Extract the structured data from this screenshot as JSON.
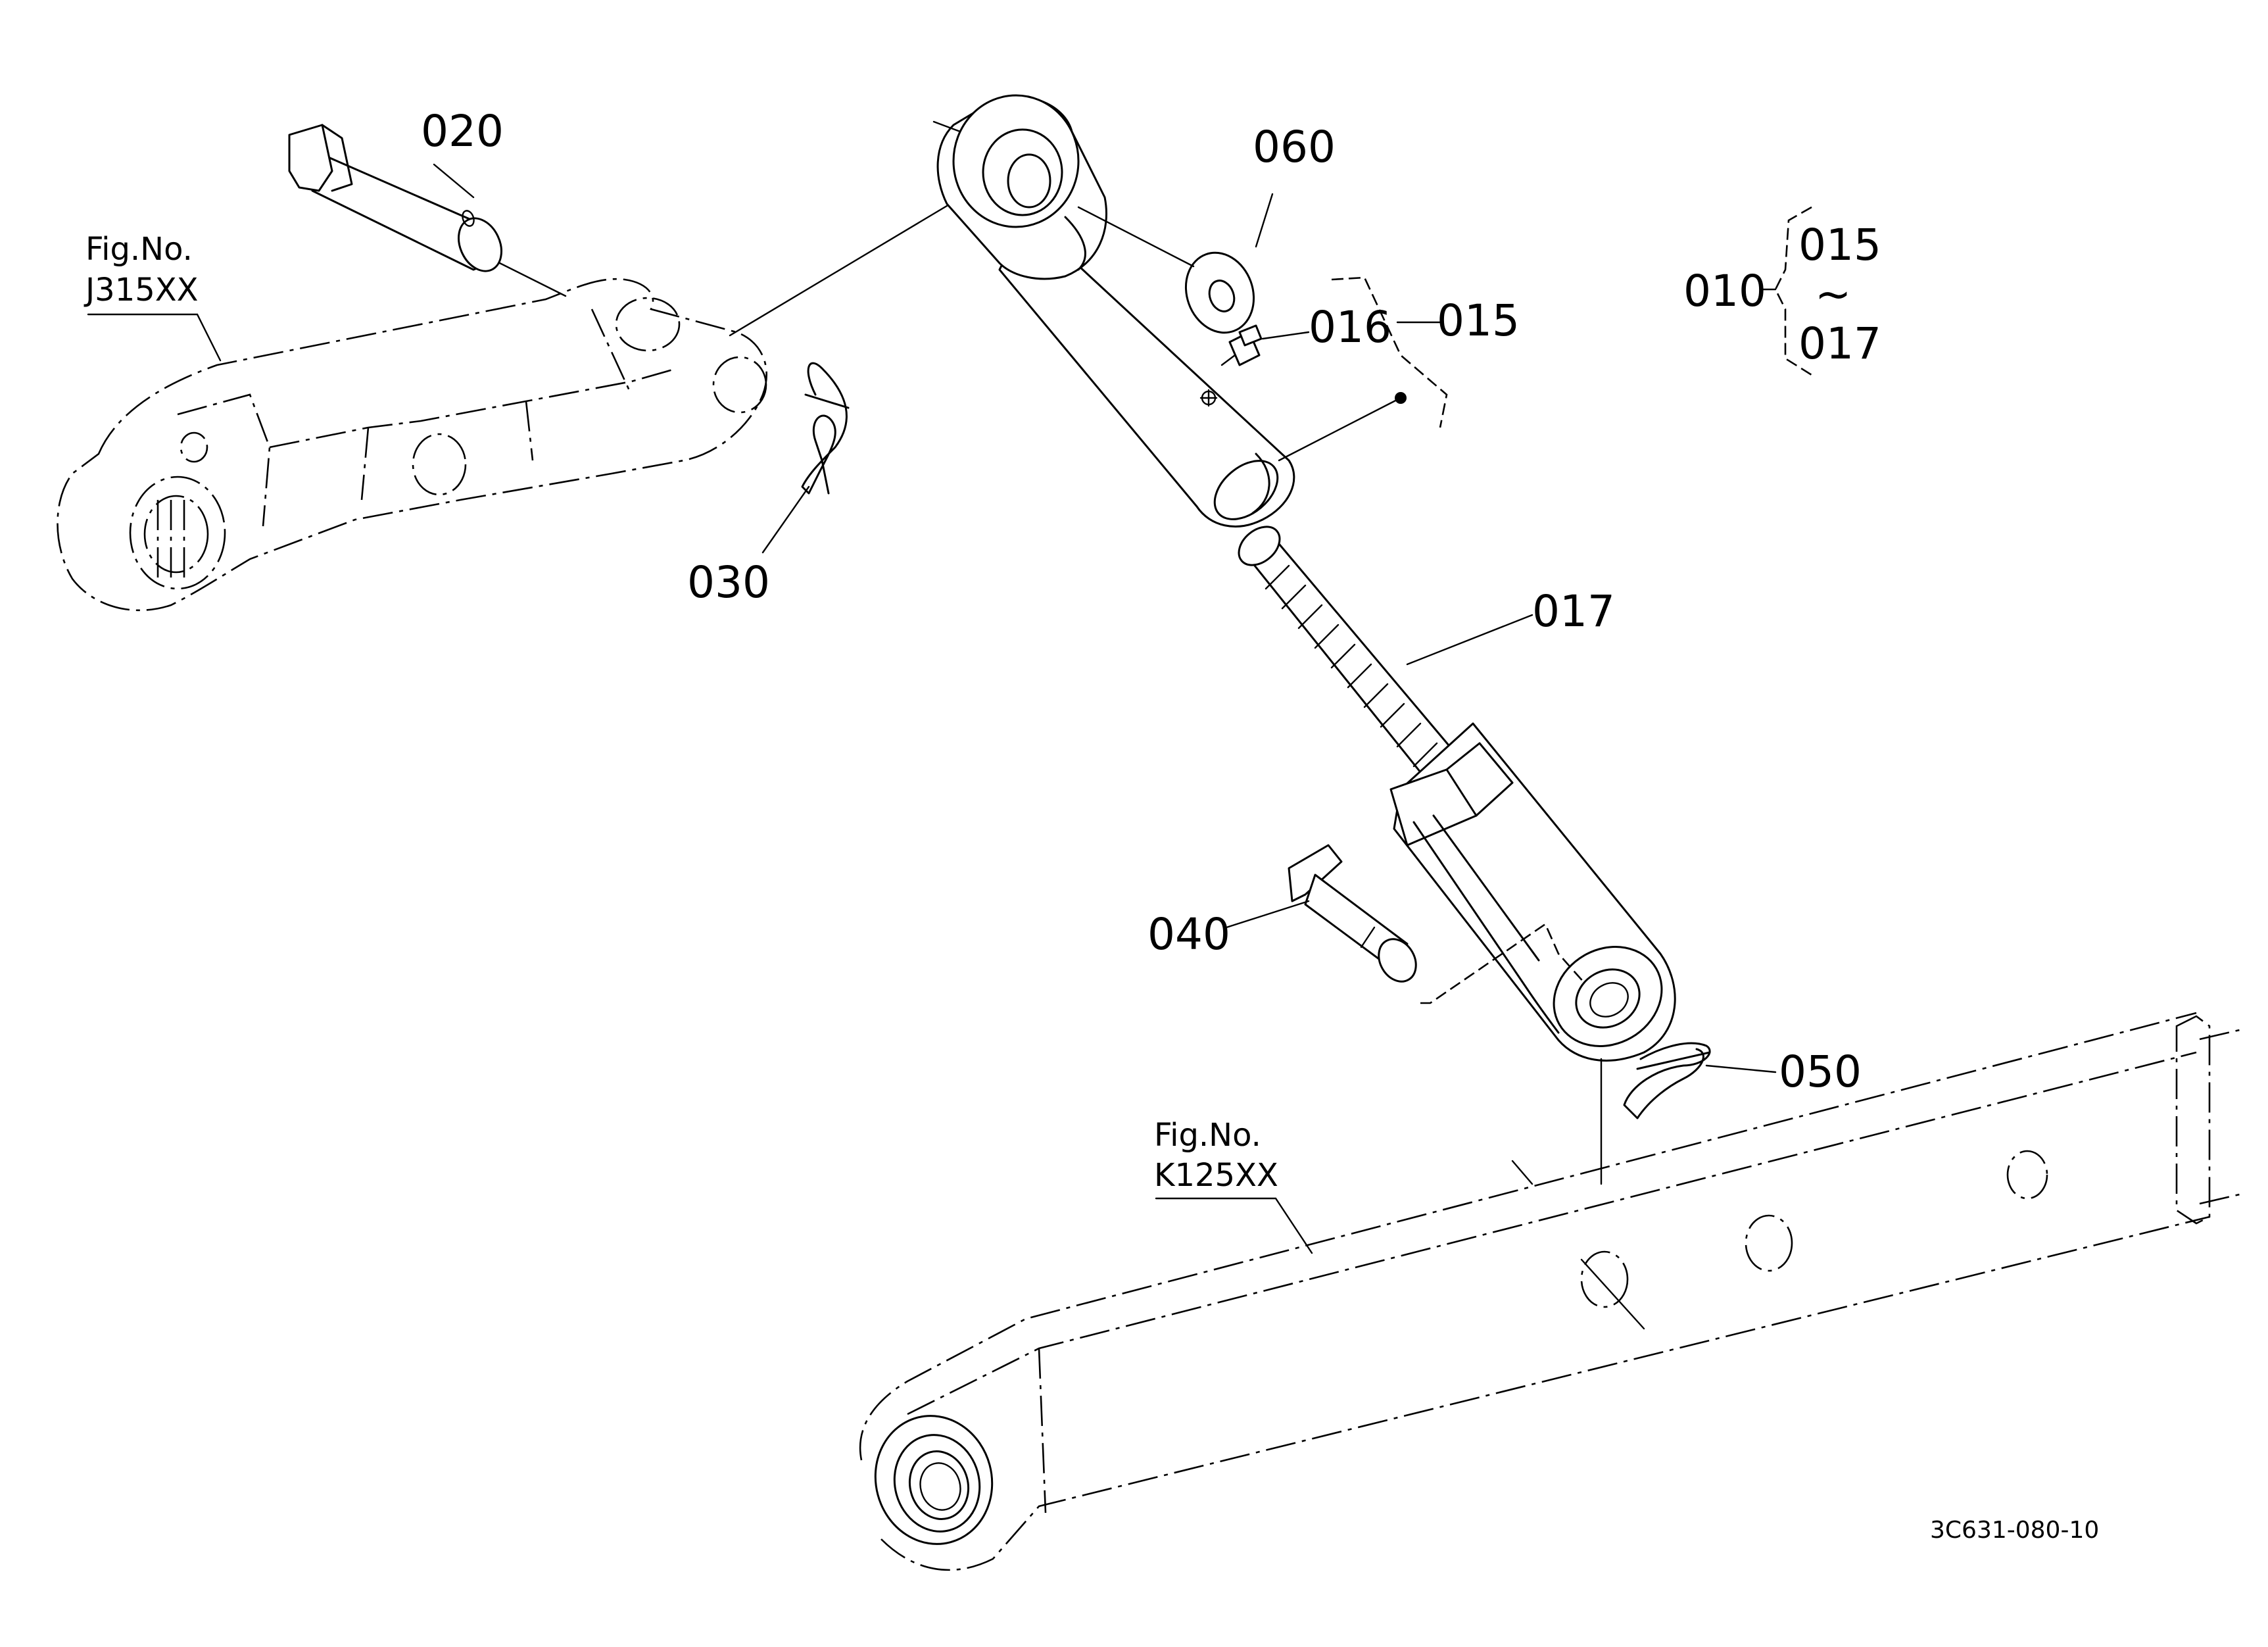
{
  "labels": {
    "p010": "010",
    "p015a": "015",
    "p015b": "015",
    "p016": "016",
    "p017a": "017",
    "p017b": "017",
    "p020": "020",
    "p030": "030",
    "p040": "040",
    "p050": "050",
    "p060": "060",
    "range_mark": "~"
  },
  "references": {
    "fig_upper_line1": "Fig.No.",
    "fig_upper_line2": "J315XX",
    "fig_lower_line1": "Fig.No.",
    "fig_lower_line2": "K125XX"
  },
  "drawing_code": "3C631-080-10"
}
